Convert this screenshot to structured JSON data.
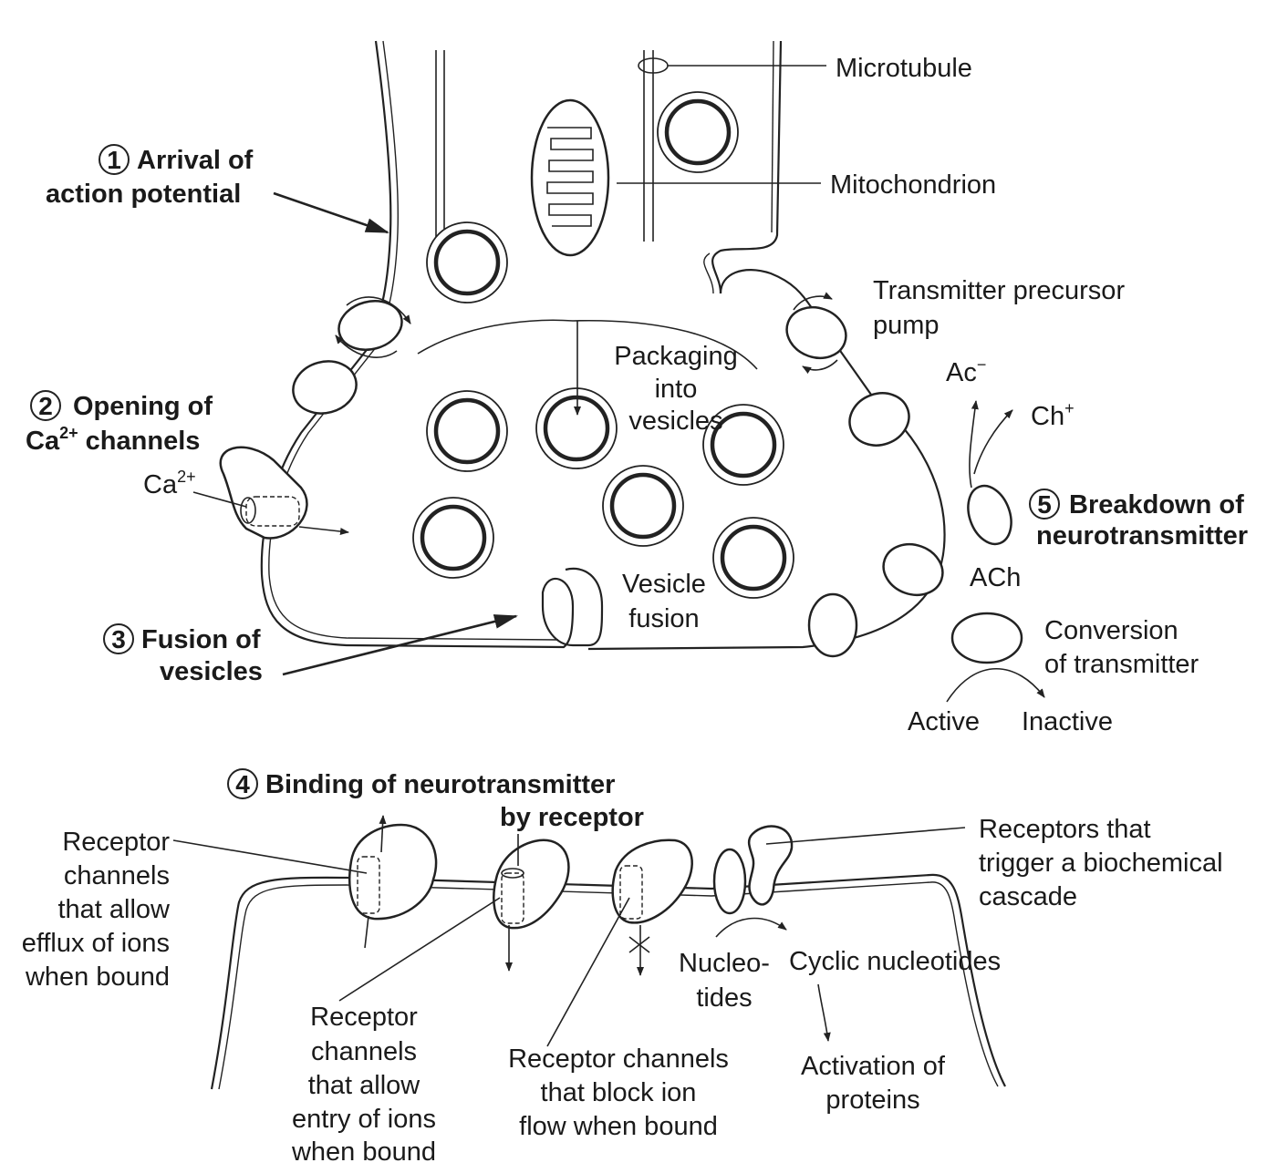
{
  "labels": {
    "microtubule": "Microtubule",
    "mitochondrion": "Mitochondrion",
    "transmitter_pump_1": "Transmitter precursor",
    "transmitter_pump_2": "pump",
    "packaging_1": "Packaging",
    "packaging_2": "into",
    "packaging_3": "vesicles",
    "vesicle_fusion_1": "Vesicle",
    "vesicle_fusion_2": "fusion",
    "ca_ion": "Ca",
    "ca_ion_sup": "2+",
    "ac": "Ac",
    "ac_sup": "−",
    "ch": "Ch",
    "ch_sup": "+",
    "ach": "ACh",
    "conversion_1": "Conversion",
    "conversion_2": "of transmitter",
    "active": "Active",
    "inactive": "Inactive",
    "efflux_1": "Receptor",
    "efflux_2": "channels",
    "efflux_3": "that allow",
    "efflux_4": "efflux of ions",
    "efflux_5": "when bound",
    "entry_1": "Receptor",
    "entry_2": "channels",
    "entry_3": "that allow",
    "entry_4": "entry of ions",
    "entry_5": "when bound",
    "block_1": "Receptor channels",
    "block_2": "that block ion",
    "block_3": "flow when bound",
    "cascade_1": "Receptors that",
    "cascade_2": "trigger a biochemical",
    "cascade_3": "cascade",
    "nucleotides_1": "Nucleo-",
    "nucleotides_2": "tides",
    "cyclic": "Cyclic nucleotides",
    "activation_1": "Activation of",
    "activation_2": "proteins"
  },
  "steps": {
    "s1_num": "1",
    "s1_line1": "Arrival of",
    "s1_line2": "action potential",
    "s2_num": "2",
    "s2_line1": "Opening of",
    "s2_line2a": "Ca",
    "s2_line2sup": "2+",
    "s2_line2b": " channels",
    "s3_num": "3",
    "s3_line1": "Fusion of",
    "s3_line2": "vesicles",
    "s4_num": "4",
    "s4_line1": "Binding of neurotransmitter",
    "s4_line2": "by receptor",
    "s5_num": "5",
    "s5_line1": "Breakdown of",
    "s5_line2": "neurotransmitter"
  }
}
